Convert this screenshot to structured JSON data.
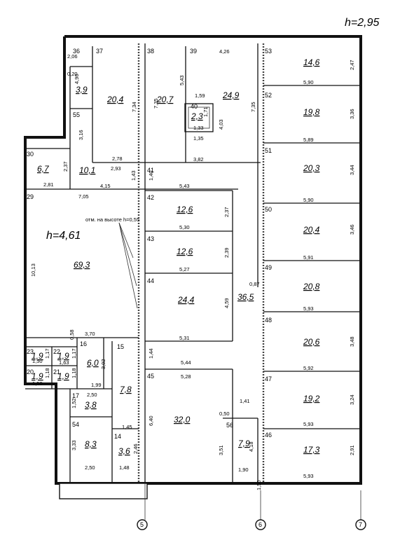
{
  "plan": {
    "height_main": "h=2,95",
    "height_hall": "h=4,61",
    "note": "отм. на высоте h=0,55"
  },
  "axes": [
    "5",
    "6",
    "7"
  ],
  "rooms": [
    {
      "id": "36",
      "area": "3,9"
    },
    {
      "id": "37",
      "area": "20,4"
    },
    {
      "id": "38",
      "area": "20,7"
    },
    {
      "id": "39",
      "area": "24,9"
    },
    {
      "id": "40",
      "area": "2,3"
    },
    {
      "id": "53",
      "area": "14,6"
    },
    {
      "id": "52",
      "area": "19,8"
    },
    {
      "id": "51",
      "area": "20,3"
    },
    {
      "id": "50",
      "area": "20,4"
    },
    {
      "id": "49",
      "area": "20,8"
    },
    {
      "id": "48",
      "area": "20,6"
    },
    {
      "id": "47",
      "area": "19,2"
    },
    {
      "id": "46",
      "area": "17,3"
    },
    {
      "id": "55",
      "area": "10,1"
    },
    {
      "id": "30",
      "area": "6,7"
    },
    {
      "id": "41",
      "area": "36,5"
    },
    {
      "id": "42",
      "area": "12,6"
    },
    {
      "id": "43",
      "area": "12,6"
    },
    {
      "id": "44",
      "area": "24,4"
    },
    {
      "id": "29",
      "area": "69,3"
    },
    {
      "id": "45",
      "area": "32,0"
    },
    {
      "id": "56",
      "area": "7,9"
    },
    {
      "id": "15",
      "area": "7,8"
    },
    {
      "id": "16",
      "area": "6,0"
    },
    {
      "id": "17",
      "area": "3,8"
    },
    {
      "id": "54",
      "area": "8,3"
    },
    {
      "id": "14",
      "area": "3,6"
    },
    {
      "id": "23",
      "area": "1,9"
    },
    {
      "id": "22",
      "area": "1,9"
    },
    {
      "id": "20",
      "area": "1,9"
    },
    {
      "id": "21",
      "area": "1,9"
    }
  ],
  "dims": [
    "2,06",
    "0,20",
    "2,47",
    "5,90",
    "3,36",
    "5,89",
    "3,44",
    "5,90",
    "3,46",
    "5,91",
    "5,93",
    "3,48",
    "5,92",
    "3,24",
    "5,93",
    "2,91",
    "5,93",
    "4,26",
    "1,59",
    "1,71",
    "1,33",
    "1,35",
    "4,03",
    "7,35",
    "7,34",
    "7,35",
    "5,43",
    "3,82",
    "2,78",
    "2,93",
    "1,43",
    "1,40",
    "2,81",
    "4,15",
    "7,05",
    "2,37",
    "5,43",
    "5,30",
    "2,37",
    "2,39",
    "5,27",
    "4,59",
    "5,31",
    "10,13",
    "3,70",
    "0,58",
    "1,44",
    "5,44",
    "5,28",
    "6,40",
    "3,51",
    "0,50",
    "1,41",
    "1,90",
    "4,18",
    "3,02",
    "1,99",
    "2,50",
    "1,52",
    "1,45",
    "2,46",
    "3,33",
    "2,50",
    "1,48",
    "1,50",
    "1,63",
    "1,17",
    "1,18",
    "1,50",
    "1,18",
    "1,17",
    "0,87",
    "4,90",
    "1,50",
    "3,16"
  ]
}
